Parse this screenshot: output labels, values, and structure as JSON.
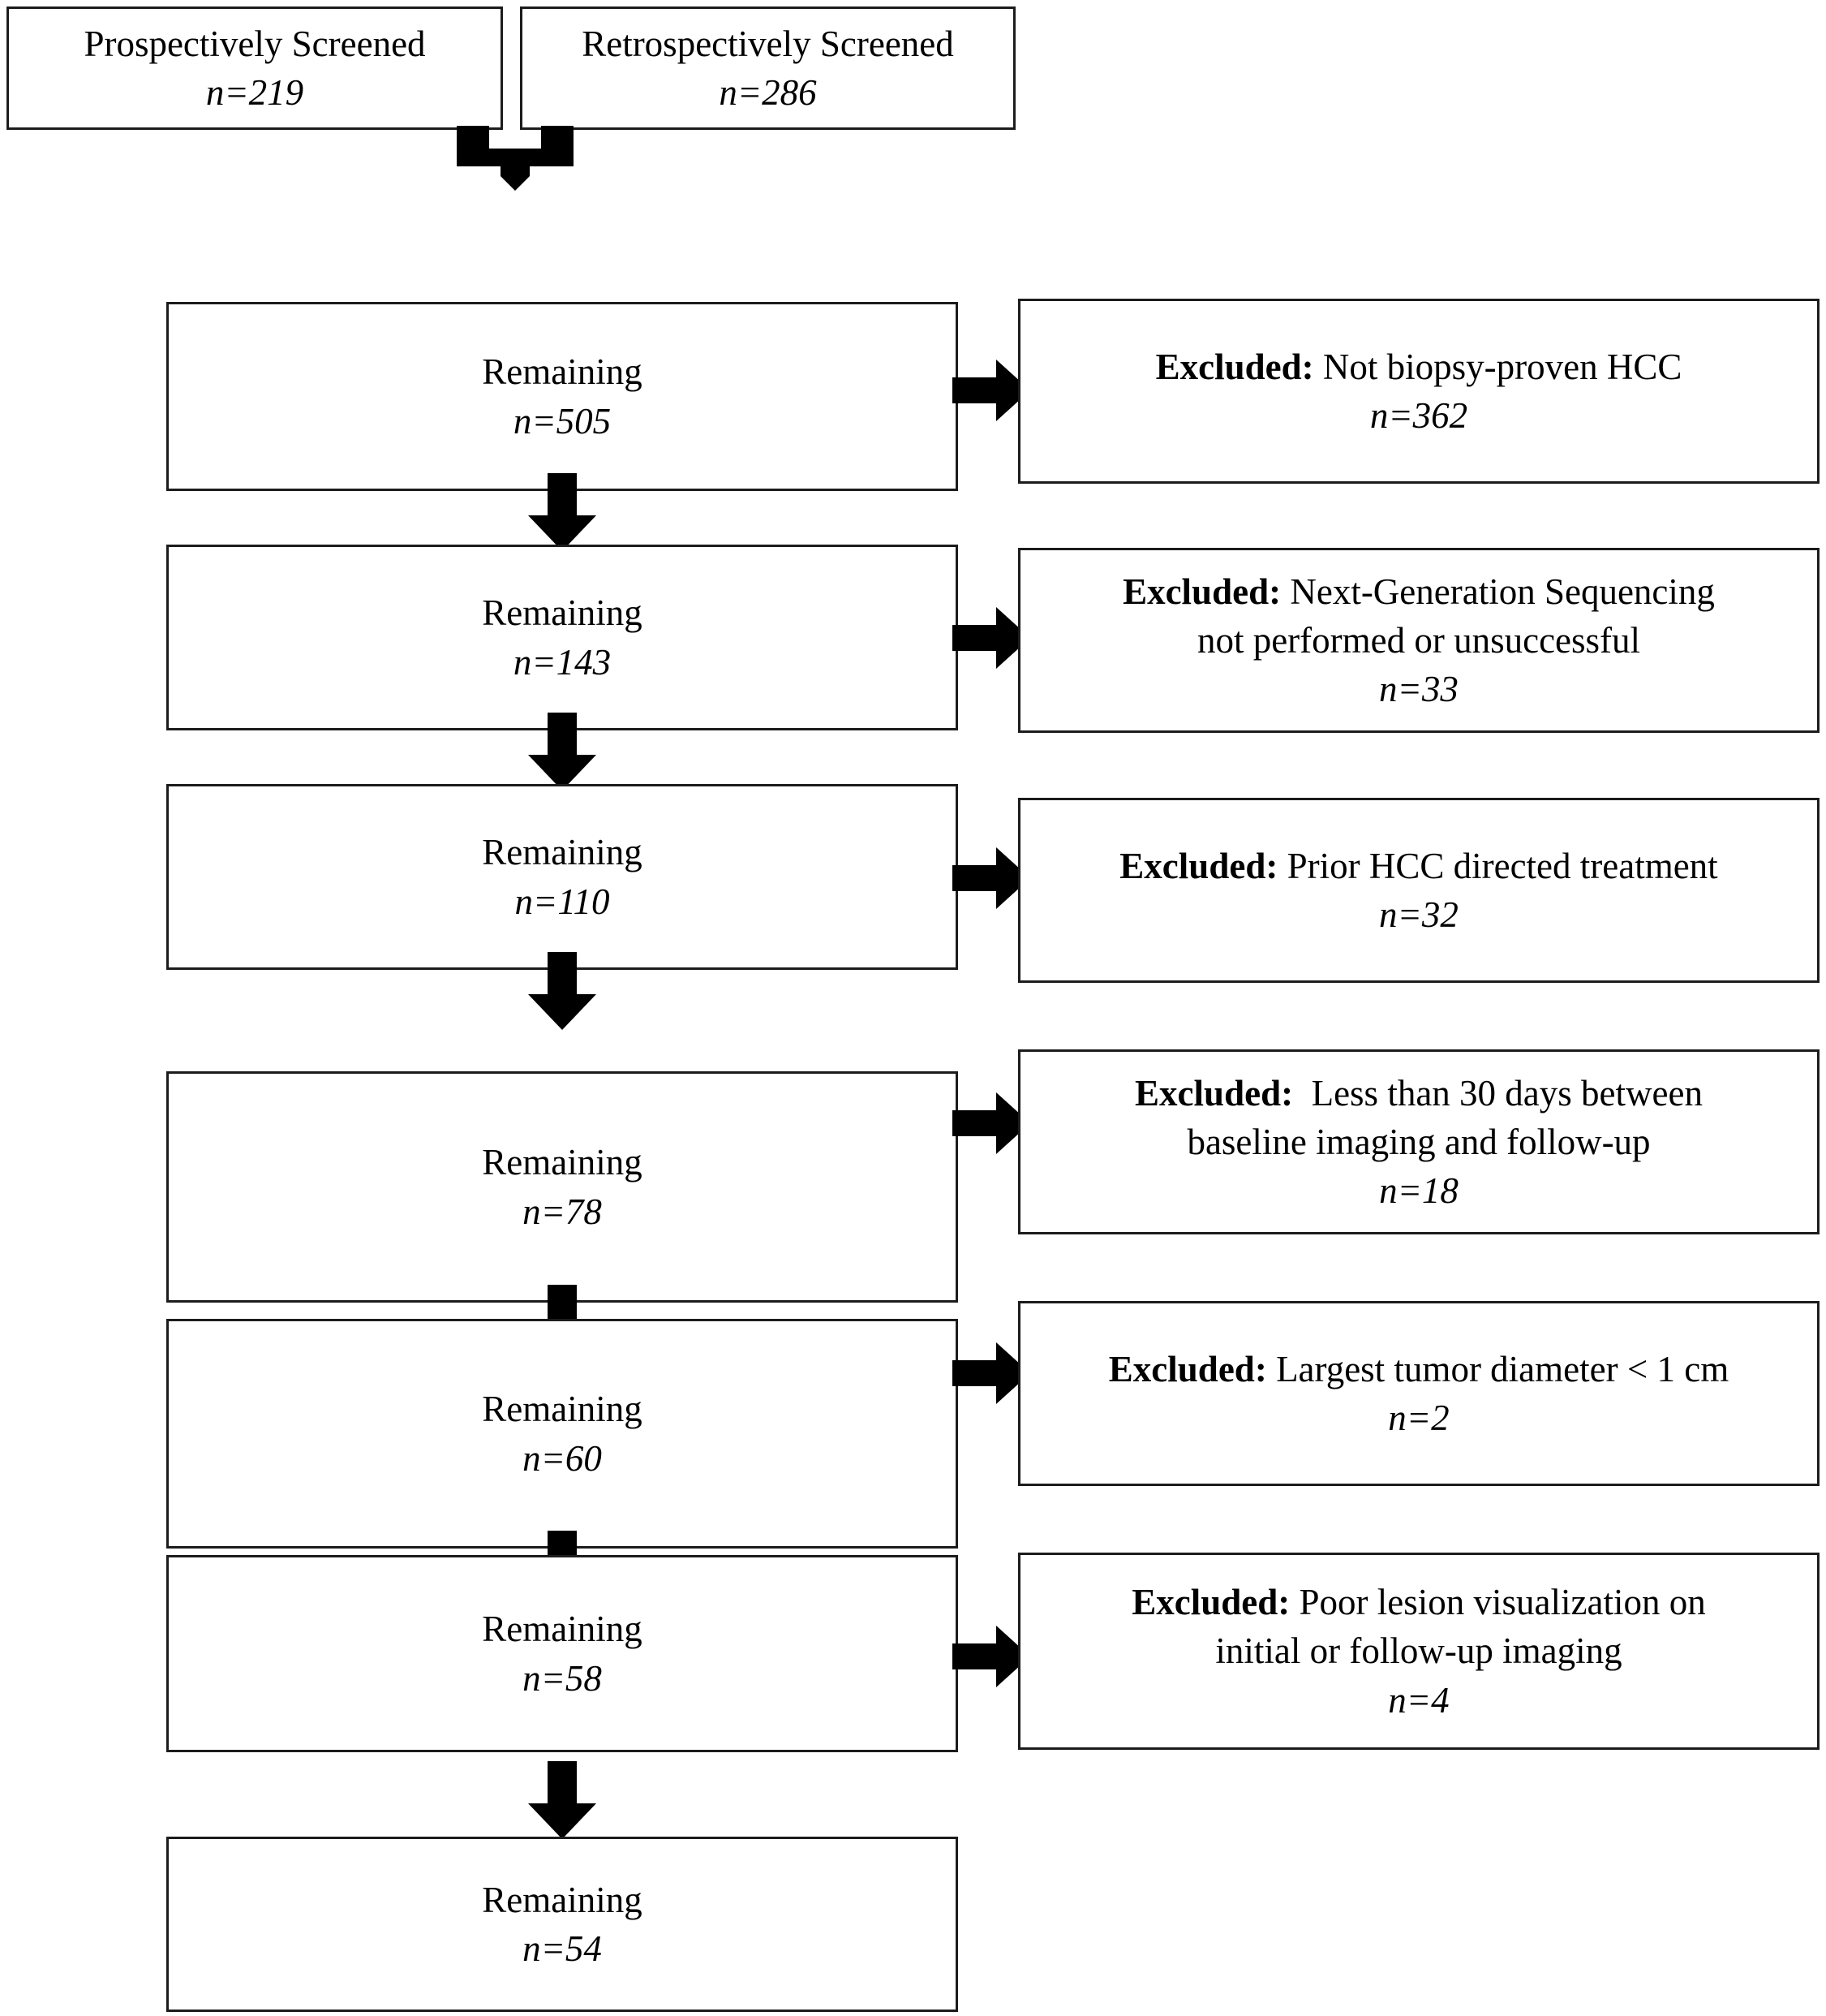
{
  "figure": {
    "type": "patient-selection-flowchart",
    "colors": {
      "line": "#1c1c1c",
      "arrow": "#000000",
      "background": "#ffffff"
    }
  },
  "sources": [
    {
      "id": "prospective",
      "title": "Prospectively Screened",
      "n": "n=219"
    },
    {
      "id": "retrospective",
      "title": "Retrospectively Screened",
      "n": "n=286"
    }
  ],
  "remaining": [
    {
      "id": "r505",
      "label": "Remaining",
      "n": "n=505"
    },
    {
      "id": "r143",
      "label": "Remaining",
      "n": "n=143"
    },
    {
      "id": "r110",
      "label": "Remaining",
      "n": "n=110"
    },
    {
      "id": "r78",
      "label": "Remaining",
      "n": "n=78"
    },
    {
      "id": "r60",
      "label": "Remaining",
      "n": "n=60"
    },
    {
      "id": "r58",
      "label": "Remaining",
      "n": "n=58"
    },
    {
      "id": "r54",
      "label": "Remaining",
      "n": "n=54"
    }
  ],
  "excluded": [
    {
      "id": "x362",
      "prefix": "Excluded:",
      "lines": [
        "Not biopsy-proven HCC"
      ],
      "n": "n=362"
    },
    {
      "id": "x33",
      "prefix": "Excluded:",
      "lines": [
        "Next-Generation Sequencing",
        "not performed or unsuccessful"
      ],
      "n": "n=33"
    },
    {
      "id": "x32",
      "prefix": "Excluded:",
      "lines": [
        "Prior HCC directed treatment"
      ],
      "n": "n=32"
    },
    {
      "id": "x18",
      "prefix": "Excluded:",
      "lines": [
        "Less than 30 days between",
        "baseline imaging and follow-up"
      ],
      "n": "n=18"
    },
    {
      "id": "x2",
      "prefix": "Excluded:",
      "lines": [
        "Largest tumor diameter < 1 cm"
      ],
      "n": "n=2"
    },
    {
      "id": "x4",
      "prefix": "Excluded:",
      "lines": [
        "Poor lesion visualization on",
        "initial or follow-up imaging"
      ],
      "n": "n=4"
    }
  ],
  "chart_data": {
    "type": "flowchart",
    "title": "",
    "nodes": [
      {
        "id": "prospective",
        "text": "Prospectively Screened",
        "value": 219
      },
      {
        "id": "retrospective",
        "text": "Retrospectively Screened",
        "value": 286
      },
      {
        "id": "r505",
        "text": "Remaining",
        "value": 505
      },
      {
        "id": "x362",
        "text": "Excluded: Not biopsy-proven HCC",
        "value": 362
      },
      {
        "id": "r143",
        "text": "Remaining",
        "value": 143
      },
      {
        "id": "x33",
        "text": "Excluded: Next-Generation Sequencing not performed or unsuccessful",
        "value": 33
      },
      {
        "id": "r110",
        "text": "Remaining",
        "value": 110
      },
      {
        "id": "x32",
        "text": "Excluded: Prior HCC directed treatment",
        "value": 32
      },
      {
        "id": "r78",
        "text": "Remaining",
        "value": 78
      },
      {
        "id": "x18",
        "text": "Excluded: Less than 30 days between baseline imaging and follow-up",
        "value": 18
      },
      {
        "id": "r60",
        "text": "Remaining",
        "value": 60
      },
      {
        "id": "x2",
        "text": "Excluded: Largest tumor diameter < 1 cm",
        "value": 2
      },
      {
        "id": "r58",
        "text": "Remaining",
        "value": 58
      },
      {
        "id": "x4",
        "text": "Excluded: Poor lesion visualization on initial or follow-up imaging",
        "value": 4
      },
      {
        "id": "r54",
        "text": "Remaining",
        "value": 54
      }
    ],
    "edges": [
      {
        "from": "prospective",
        "to": "r505",
        "dir": "merge-down"
      },
      {
        "from": "retrospective",
        "to": "r505",
        "dir": "merge-down"
      },
      {
        "from": "r505",
        "to": "x362",
        "dir": "right"
      },
      {
        "from": "r505",
        "to": "r143",
        "dir": "down"
      },
      {
        "from": "r143",
        "to": "x33",
        "dir": "right"
      },
      {
        "from": "r143",
        "to": "r110",
        "dir": "down"
      },
      {
        "from": "r110",
        "to": "x32",
        "dir": "right"
      },
      {
        "from": "r110",
        "to": "r78",
        "dir": "down"
      },
      {
        "from": "r78",
        "to": "x18",
        "dir": "right"
      },
      {
        "from": "r78",
        "to": "r60",
        "dir": "down"
      },
      {
        "from": "r60",
        "to": "x2",
        "dir": "right"
      },
      {
        "from": "r60",
        "to": "r58",
        "dir": "down"
      },
      {
        "from": "r58",
        "to": "x4",
        "dir": "right"
      },
      {
        "from": "r58",
        "to": "r54",
        "dir": "down"
      }
    ]
  }
}
